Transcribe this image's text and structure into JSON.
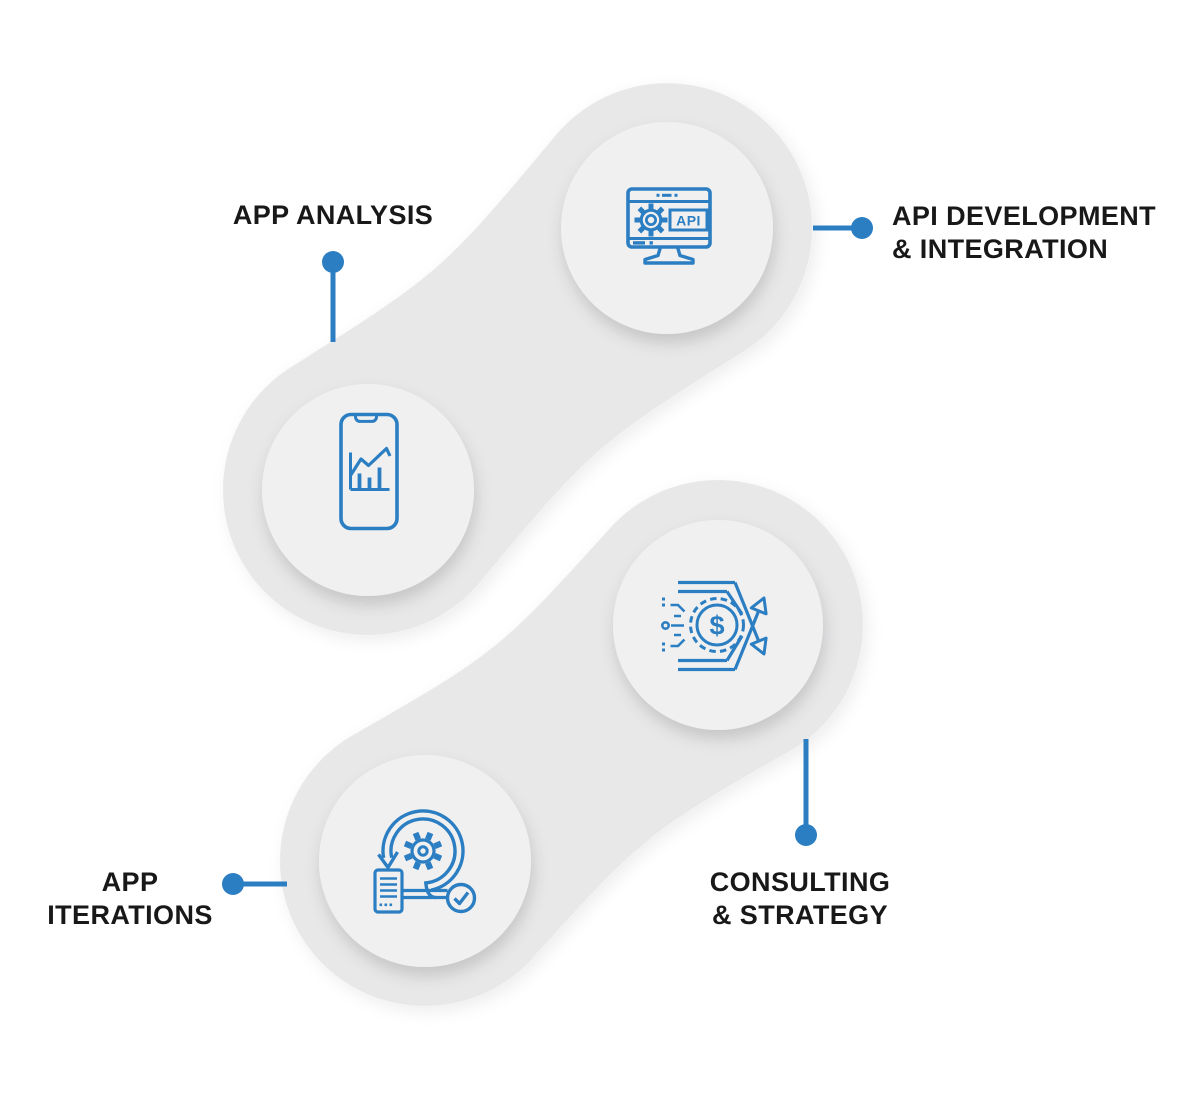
{
  "page": {
    "background": "#ffffff"
  },
  "palette": {
    "accent_blue": "#2c7ec2",
    "blob_gray": "#e8e8e9",
    "circle_gray": "#f0f0f0",
    "label_color": "#181818"
  },
  "services": [
    {
      "name": "app-analysis",
      "label_lines": [
        "APP ANALYSIS"
      ],
      "icon": "smartphone-analytics-icon"
    },
    {
      "name": "api-development-integration",
      "label_lines": [
        "API DEVELOPMENT",
        "& INTEGRATION"
      ],
      "icon": "monitor-api-gear-icon",
      "badge_text": "API"
    },
    {
      "name": "consulting-strategy",
      "label_lines": [
        "CONSULTING",
        "& STRATEGY"
      ],
      "icon": "money-flow-arrows-icon",
      "coin_symbol": "$"
    },
    {
      "name": "app-iterations",
      "label_lines": [
        "APP",
        "ITERATIONS"
      ],
      "icon": "agile-loop-gear-checklist-icon"
    }
  ]
}
